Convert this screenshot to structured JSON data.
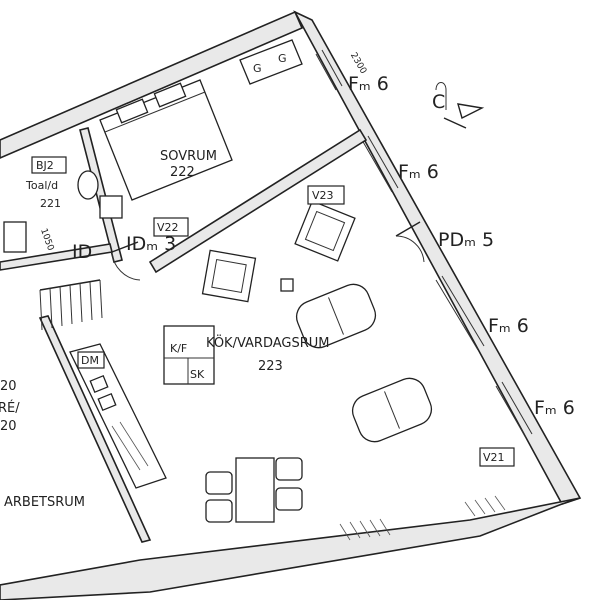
{
  "rooms": {
    "bedroom": {
      "name": "SOVRUM",
      "number": "222"
    },
    "kitchen_living": {
      "name": "KÖK/VARDAGSRUM",
      "number": "223"
    },
    "toilet": {
      "tag": "BJ2",
      "name": "Toal/d",
      "number": "221"
    },
    "office": {
      "number_partial": "20",
      "name_partial": "RÉ/",
      "number2_partial": "20",
      "name": "ARBETSRUM"
    }
  },
  "window_labels": {
    "top": "Fₘ 6",
    "upper_right": "Fₘ 6",
    "mid_right": "Fₘ 6",
    "lower_right": "Fₘ 6"
  },
  "door_labels": {
    "patio_door": "PDₘ 5",
    "inner_door": "IDₘ 3",
    "inner_door_partial": "ID"
  },
  "vent_tags": {
    "v23": "V23",
    "v22": "V22",
    "v21": "V21"
  },
  "appliances": {
    "fridge_freezer": "K/F",
    "cabinet": "SK",
    "dishwasher": "DM"
  },
  "wardrobe_marks": [
    "G",
    "G"
  ],
  "dimensions": {
    "top_wall": "2300",
    "small_wall": "1050"
  },
  "compass": {
    "label": "C"
  }
}
